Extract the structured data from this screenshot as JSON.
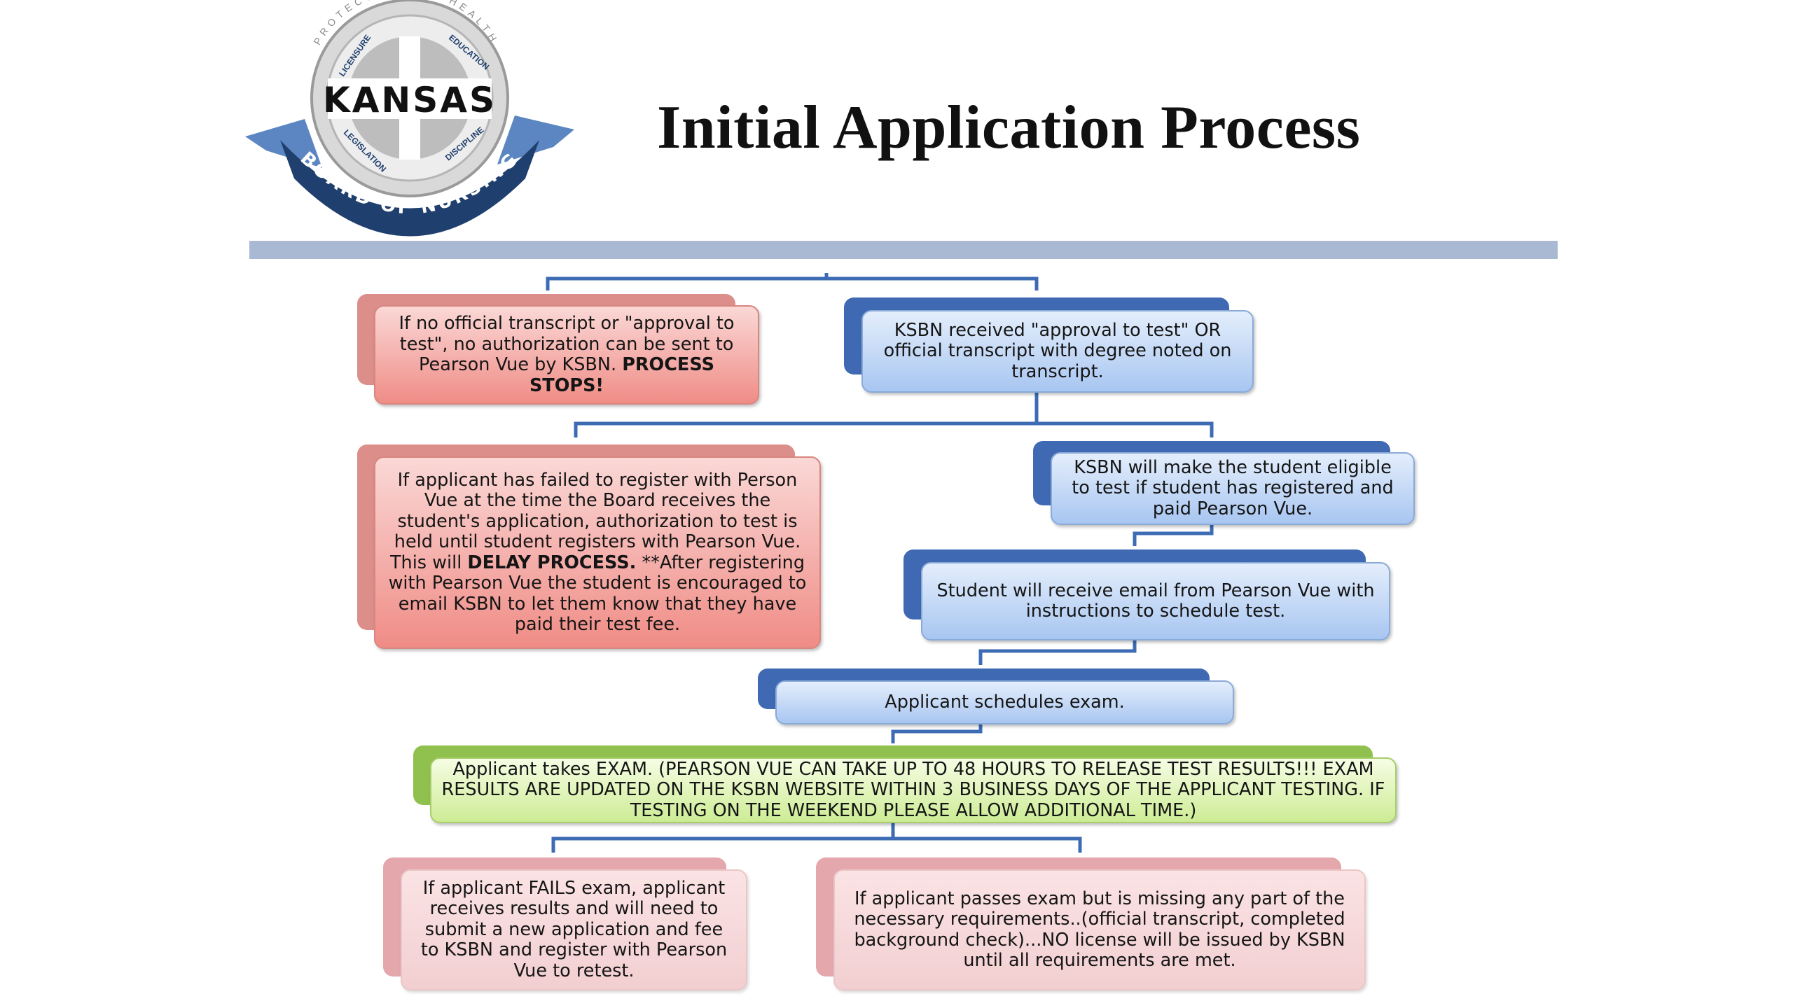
{
  "logo": {
    "name": "KANSAS",
    "banner": "BOARD OF NURSING",
    "ring_top": "PROTECT PUBLIC HEALTH",
    "ring_words": [
      "LICENSURE",
      "EDUCATION",
      "LEGISLATION",
      "DISCIPLINE"
    ]
  },
  "title": "Initial Application Process",
  "boxes": {
    "no_transcript": {
      "text": "If no official transcript or \"approval to test\", no authorization can be sent to Pearson Vue by KSBN.",
      "bold": "PROCESS STOPS!"
    },
    "received_approval": {
      "text": "KSBN received \"approval to test\" OR official transcript with degree noted on transcript."
    },
    "failed_register": {
      "text_before": "If applicant has failed to register with Person Vue at the time the Board receives the student's application, authorization to test is held until student registers with Pearson Vue. This will",
      "bold": "DELAY PROCESS.",
      "text_after": "**After registering with Pearson Vue the student is encouraged to email KSBN to let them know that they have paid their test fee."
    },
    "make_eligible": {
      "text": "KSBN will make the student eligible to test if student has registered and paid Pearson Vue."
    },
    "receive_email": {
      "text": "Student will receive email from Pearson Vue with instructions to schedule test."
    },
    "schedules_exam": {
      "text": "Applicant schedules exam."
    },
    "takes_exam": {
      "text": "Applicant takes EXAM. (PEARSON VUE CAN TAKE UP TO 48 HOURS TO RELEASE TEST RESULTS!!! EXAM RESULTS ARE UPDATED ON THE KSBN WEBSITE WITHIN 3 BUSINESS DAYS OF THE APPLICANT TESTING. IF TESTING ON THE WEEKEND PLEASE ALLOW ADDITIONAL TIME.)"
    },
    "fails_exam": {
      "text": "If applicant FAILS exam, applicant receives results and will need to submit a new application and fee to KSBN and register with Pearson Vue to retest."
    },
    "passes_missing": {
      "text": "If applicant passes exam but is missing any part of the necessary requirements..(official transcript, completed background check)...NO license will be issued by KSBN until all requirements are met."
    }
  },
  "colors": {
    "connector": "#3d6cb5",
    "header_bar": "#aab9d3",
    "logo_navy": "#1f3f6e",
    "logo_ribbon": "#5b86c2"
  }
}
